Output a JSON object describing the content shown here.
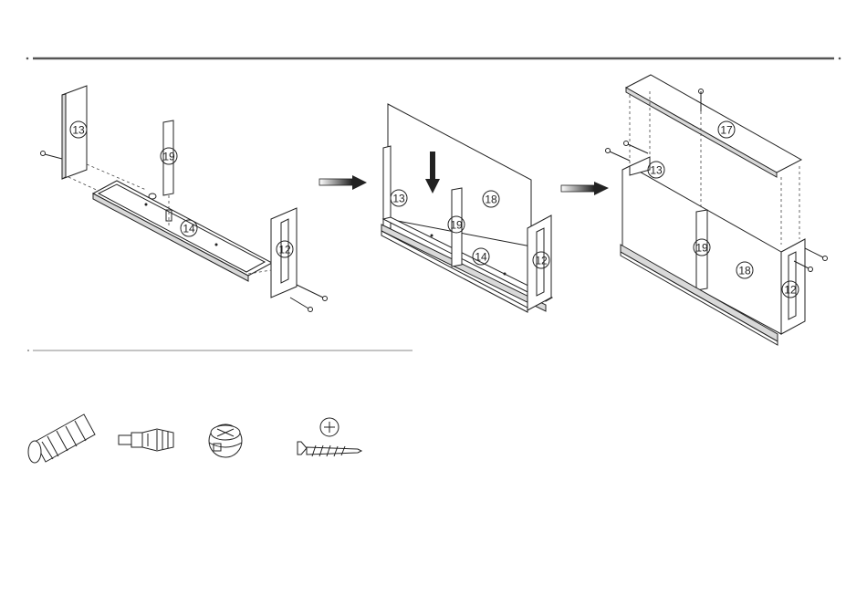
{
  "part_numbers": {
    "p13": "13",
    "p19": "19",
    "p14": "14",
    "p12": "12",
    "p18": "18",
    "p17": "17"
  },
  "hardware": [
    "wooden-dowel",
    "cam-bolt",
    "cam-lock",
    "screw"
  ],
  "colors": {
    "line": "#222222",
    "rule": "#555555",
    "arrow_dark": "#222222",
    "arrow_light": "#ffffff"
  }
}
